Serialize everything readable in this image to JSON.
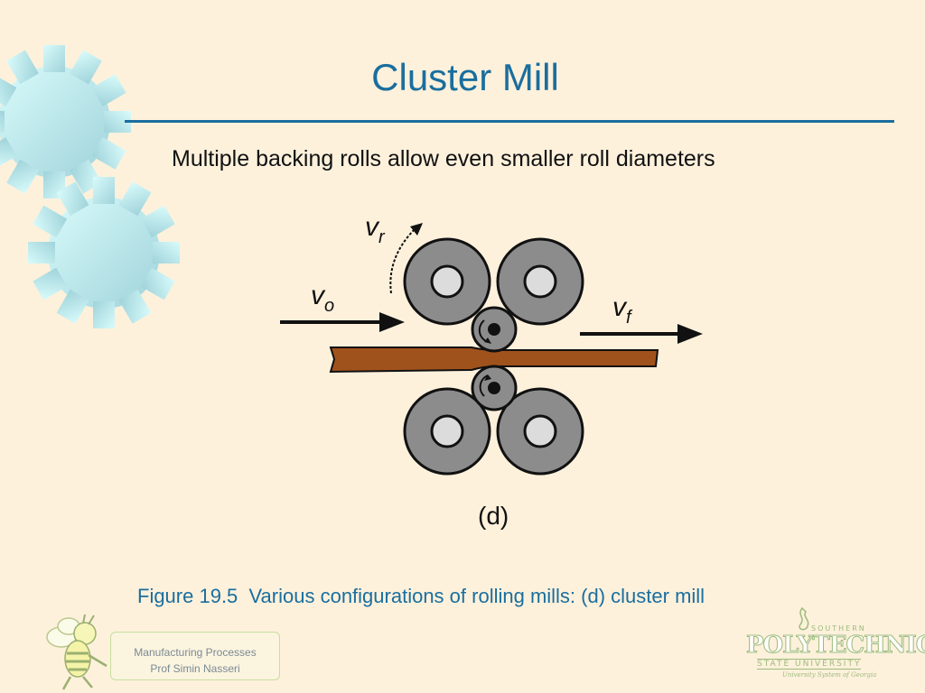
{
  "slide": {
    "title": "Cluster Mill",
    "subtitle": "Multiple backing rolls allow even smaller roll diameters",
    "caption": "Figure 19.5  Various configurations of rolling mills: (d) cluster mill"
  },
  "figure": {
    "label_vr": "v",
    "label_vr_sub": "r",
    "label_vo": "v",
    "label_vo_sub": "o",
    "label_vf": "v",
    "label_vf_sub": "f",
    "panel_label": "(d)"
  },
  "footer": {
    "line1": "Manufacturing Processes",
    "line2": "Prof Simin Nasseri"
  },
  "logo": {
    "top": "SOUTHERN",
    "main": "POLYTECHNIC",
    "sub": "STATE UNIVERSITY",
    "tag": "University System of Georgia"
  },
  "colors": {
    "title": "#1a6e9e",
    "background": "#fdf1dc",
    "roll": "#8c8c8c",
    "strip": "#a0521d"
  }
}
